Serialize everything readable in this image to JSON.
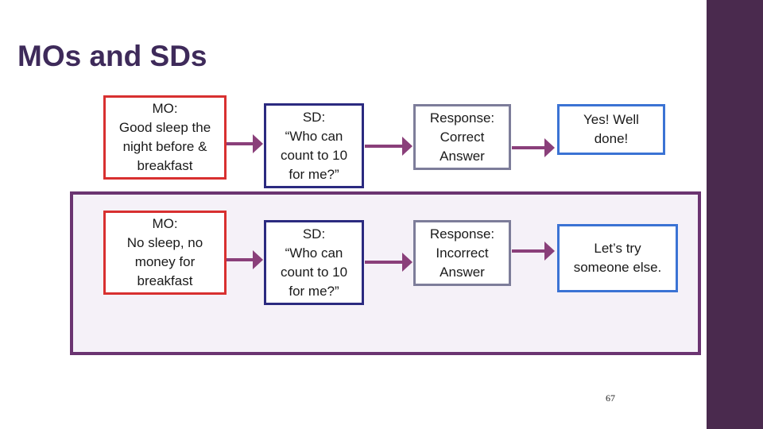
{
  "slide": {
    "title": "MOs and SDs",
    "page_number": "67"
  },
  "rows": [
    {
      "mo": "MO:\nGood sleep the\nnight before &\nbreakfast",
      "sd": "SD:\n“Who can\ncount to 10\nfor me?”",
      "response": "Response:\nCorrect\nAnswer",
      "outcome": "Yes! Well\ndone!"
    },
    {
      "mo": "MO:\nNo sleep, no\nmoney for\nbreakfast",
      "sd": "SD:\n“Who can\ncount to 10\nfor me?”",
      "response": "Response:\nIncorrect\nAnswer",
      "outcome": "Let’s try\nsomeone else."
    }
  ],
  "colors": {
    "mo_border": "#d83030",
    "sd_border": "#2b2a80",
    "response_border": "#7d7d9a",
    "outcome_border": "#3b73d4",
    "arrow": "#8a3f7a",
    "highlight_border": "#6b3471",
    "sidebar": "#4a2a4e",
    "title": "#3e2a5a"
  }
}
